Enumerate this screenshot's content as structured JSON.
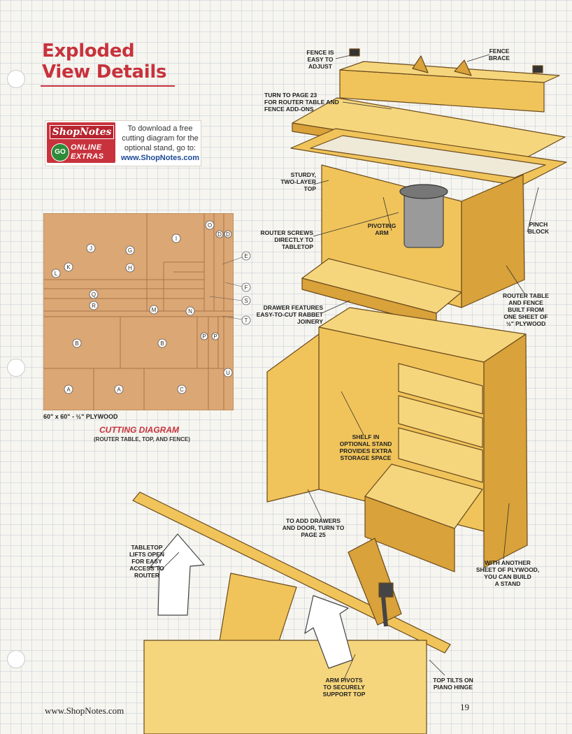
{
  "title": {
    "line1": "Exploded",
    "line2": "View Details"
  },
  "promo": {
    "brand": "ShopNotes",
    "badge": "GO",
    "line1": "ONLINE",
    "line2": "EXTRAS",
    "text1": "To download a free",
    "text2": "cutting diagram for the",
    "text3": "optional stand, go to:",
    "link": "www.ShopNotes.com"
  },
  "cutting": {
    "sheet_label": "60\" x 60\" - ½\" PLYWOOD",
    "title": "CUTTING DIAGRAM",
    "subtitle": "(ROUTER TABLE, TOP, AND FENCE)",
    "parts": [
      "J",
      "I",
      "O",
      "D",
      "D",
      "G",
      "K",
      "L",
      "H",
      "E",
      "Q",
      "R",
      "M",
      "N",
      "F",
      "S",
      "T",
      "B",
      "B",
      "P",
      "P",
      "U",
      "A",
      "A",
      "C"
    ]
  },
  "callouts": {
    "fence_adjust": [
      "FENCE IS",
      "EASY TO",
      "ADJUST"
    ],
    "fence_brace": [
      "FENCE",
      "BRACE"
    ],
    "turn_page_23": [
      "TURN TO PAGE 23",
      "FOR ROUTER TABLE AND",
      "FENCE ADD-ONS"
    ],
    "sturdy_top": [
      "STURDY,",
      "TWO-LAYER",
      "TOP"
    ],
    "router_screws": [
      "ROUTER SCREWS",
      "DIRECTLY TO",
      "TABLETOP"
    ],
    "pivoting_arm": [
      "PIVOTING",
      "ARM"
    ],
    "pinch_block": [
      "PINCH",
      "BLOCK"
    ],
    "drawer_features": [
      "DRAWER FEATURES",
      "EASY-TO-CUT RABBET",
      "JOINERY"
    ],
    "router_table": [
      "ROUTER TABLE",
      "AND FENCE",
      "BUILT FROM",
      "ONE SHEET OF",
      "½\" PLYWOOD"
    ],
    "shelf": [
      "SHELF IN",
      "OPTIONAL STAND",
      "PROVIDES EXTRA",
      "STORAGE SPACE"
    ],
    "add_drawers": [
      "TO ADD DRAWERS",
      "AND DOOR, TURN TO",
      "PAGE 25"
    ],
    "another_sheet": [
      "WITH ANOTHER",
      "SHEET OF PLYWOOD,",
      "YOU CAN BUILD",
      "A STAND"
    ],
    "tabletop_lifts": [
      "TABLETOP",
      "LIFTS OPEN",
      "FOR EASY",
      "ACCESS TO",
      "ROUTER"
    ],
    "arm_pivots": [
      "ARM PIVOTS",
      "TO SECURELY",
      "SUPPORT TOP"
    ],
    "top_tilts": [
      "TOP TILTS ON",
      "PIANO HINGE"
    ]
  },
  "footer": {
    "url": "www.ShopNotes.com",
    "page": "19"
  },
  "colors": {
    "title_red": "#c8323c",
    "wood": "#f0c45a",
    "wood_dark": "#d9a23a",
    "plywood_diagram": "#dba774",
    "link_blue": "#1c4a94"
  }
}
